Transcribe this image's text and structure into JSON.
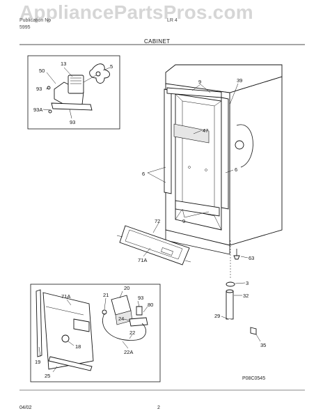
{
  "watermark": "AppliancePartsPros.com",
  "header": {
    "pub_label": "Publication No",
    "pub_number": "5995",
    "model_fragment": "LR 4",
    "section_title": "CABINET"
  },
  "footer": {
    "date": "04/02",
    "page": "2",
    "figure_code": "P08C0545"
  },
  "callouts": {
    "c13": "13",
    "c5": "5",
    "c50": "50",
    "c93a_top": "93",
    "c93A": "93A",
    "c93b": "93",
    "c9_top": "9",
    "c39": "39",
    "c47": "47",
    "c6_left": "6",
    "c6_right": "6",
    "c9_bottom": "9",
    "c72": "72",
    "c71A_mid": "71A",
    "c63": "63",
    "c3": "3",
    "c32": "32",
    "c29": "29",
    "c35": "35",
    "c71A_inset": "71A",
    "c21": "21",
    "c20": "20",
    "c93_inset": "93",
    "c80": "80",
    "c24": "24",
    "c22": "22",
    "c22A": "22A",
    "c18": "18",
    "c19": "19",
    "c25": "25"
  }
}
